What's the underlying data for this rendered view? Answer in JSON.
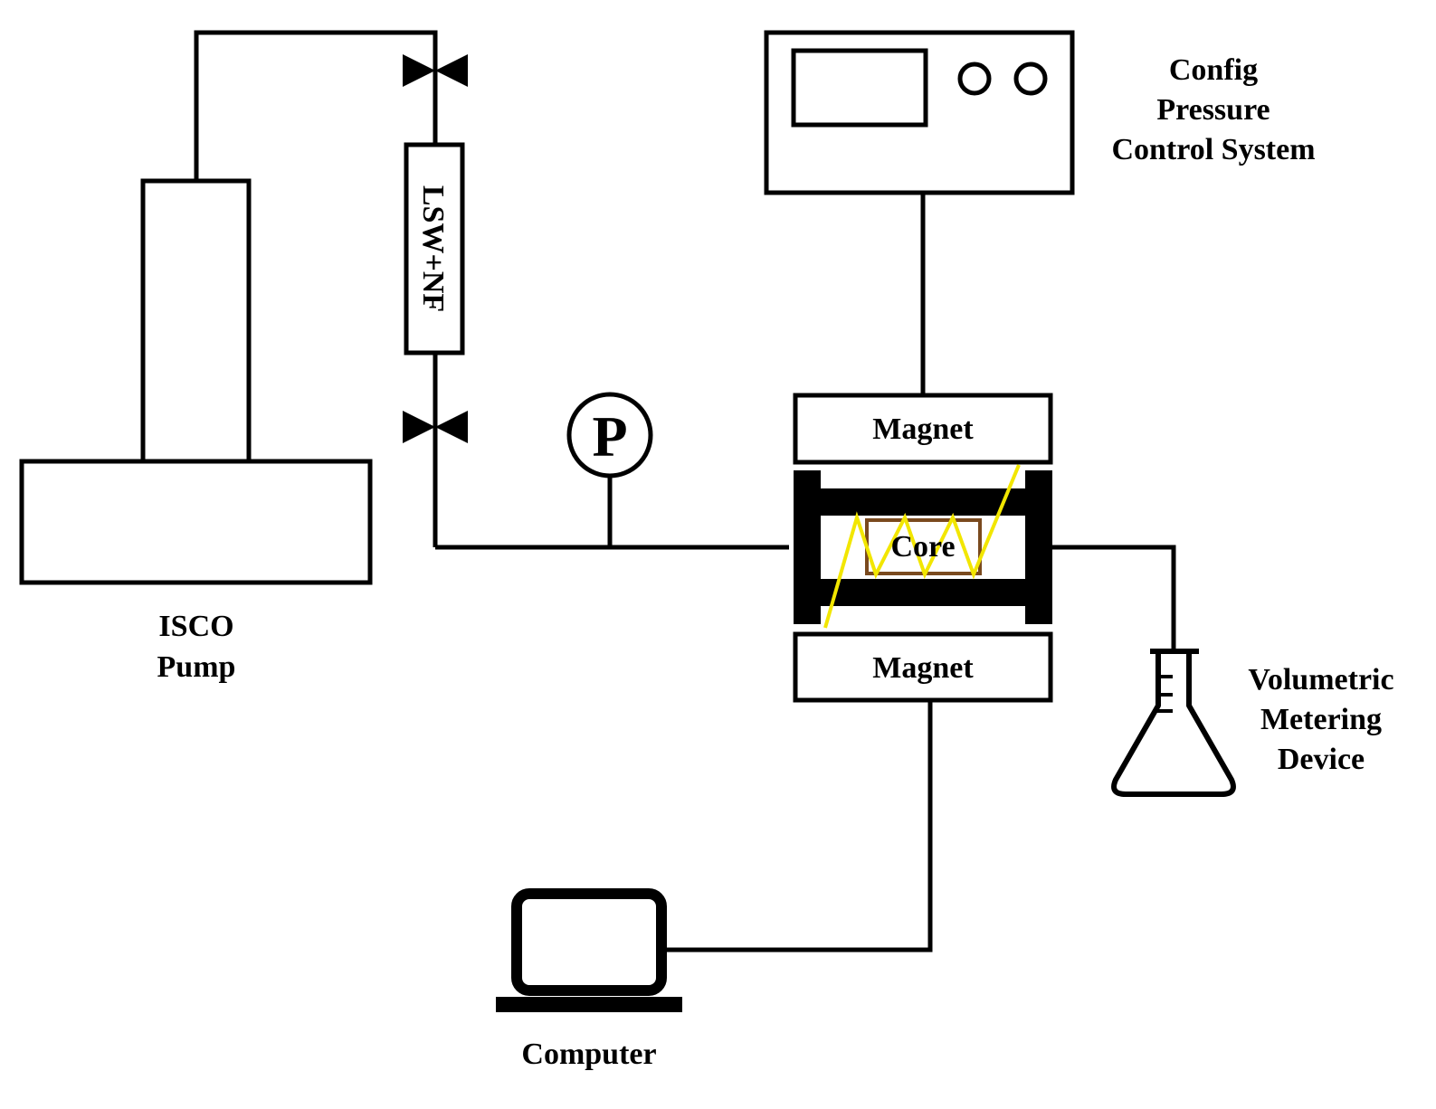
{
  "labels": {
    "isco_pump": [
      "ISCO",
      "Pump"
    ],
    "cylinder": "LSW+NF",
    "pressure_gauge": "P",
    "pressure_system": [
      "Config",
      "Pressure",
      "Control System"
    ],
    "magnet_top": "Magnet",
    "magnet_bottom": "Magnet",
    "core": "Core",
    "metering": [
      "Volumetric",
      "Metering",
      "Device"
    ],
    "computer": "Computer"
  },
  "colors": {
    "line": "#000000",
    "coil": "#f2e600",
    "core_border": "#7a4a1e",
    "background": "#ffffff"
  }
}
